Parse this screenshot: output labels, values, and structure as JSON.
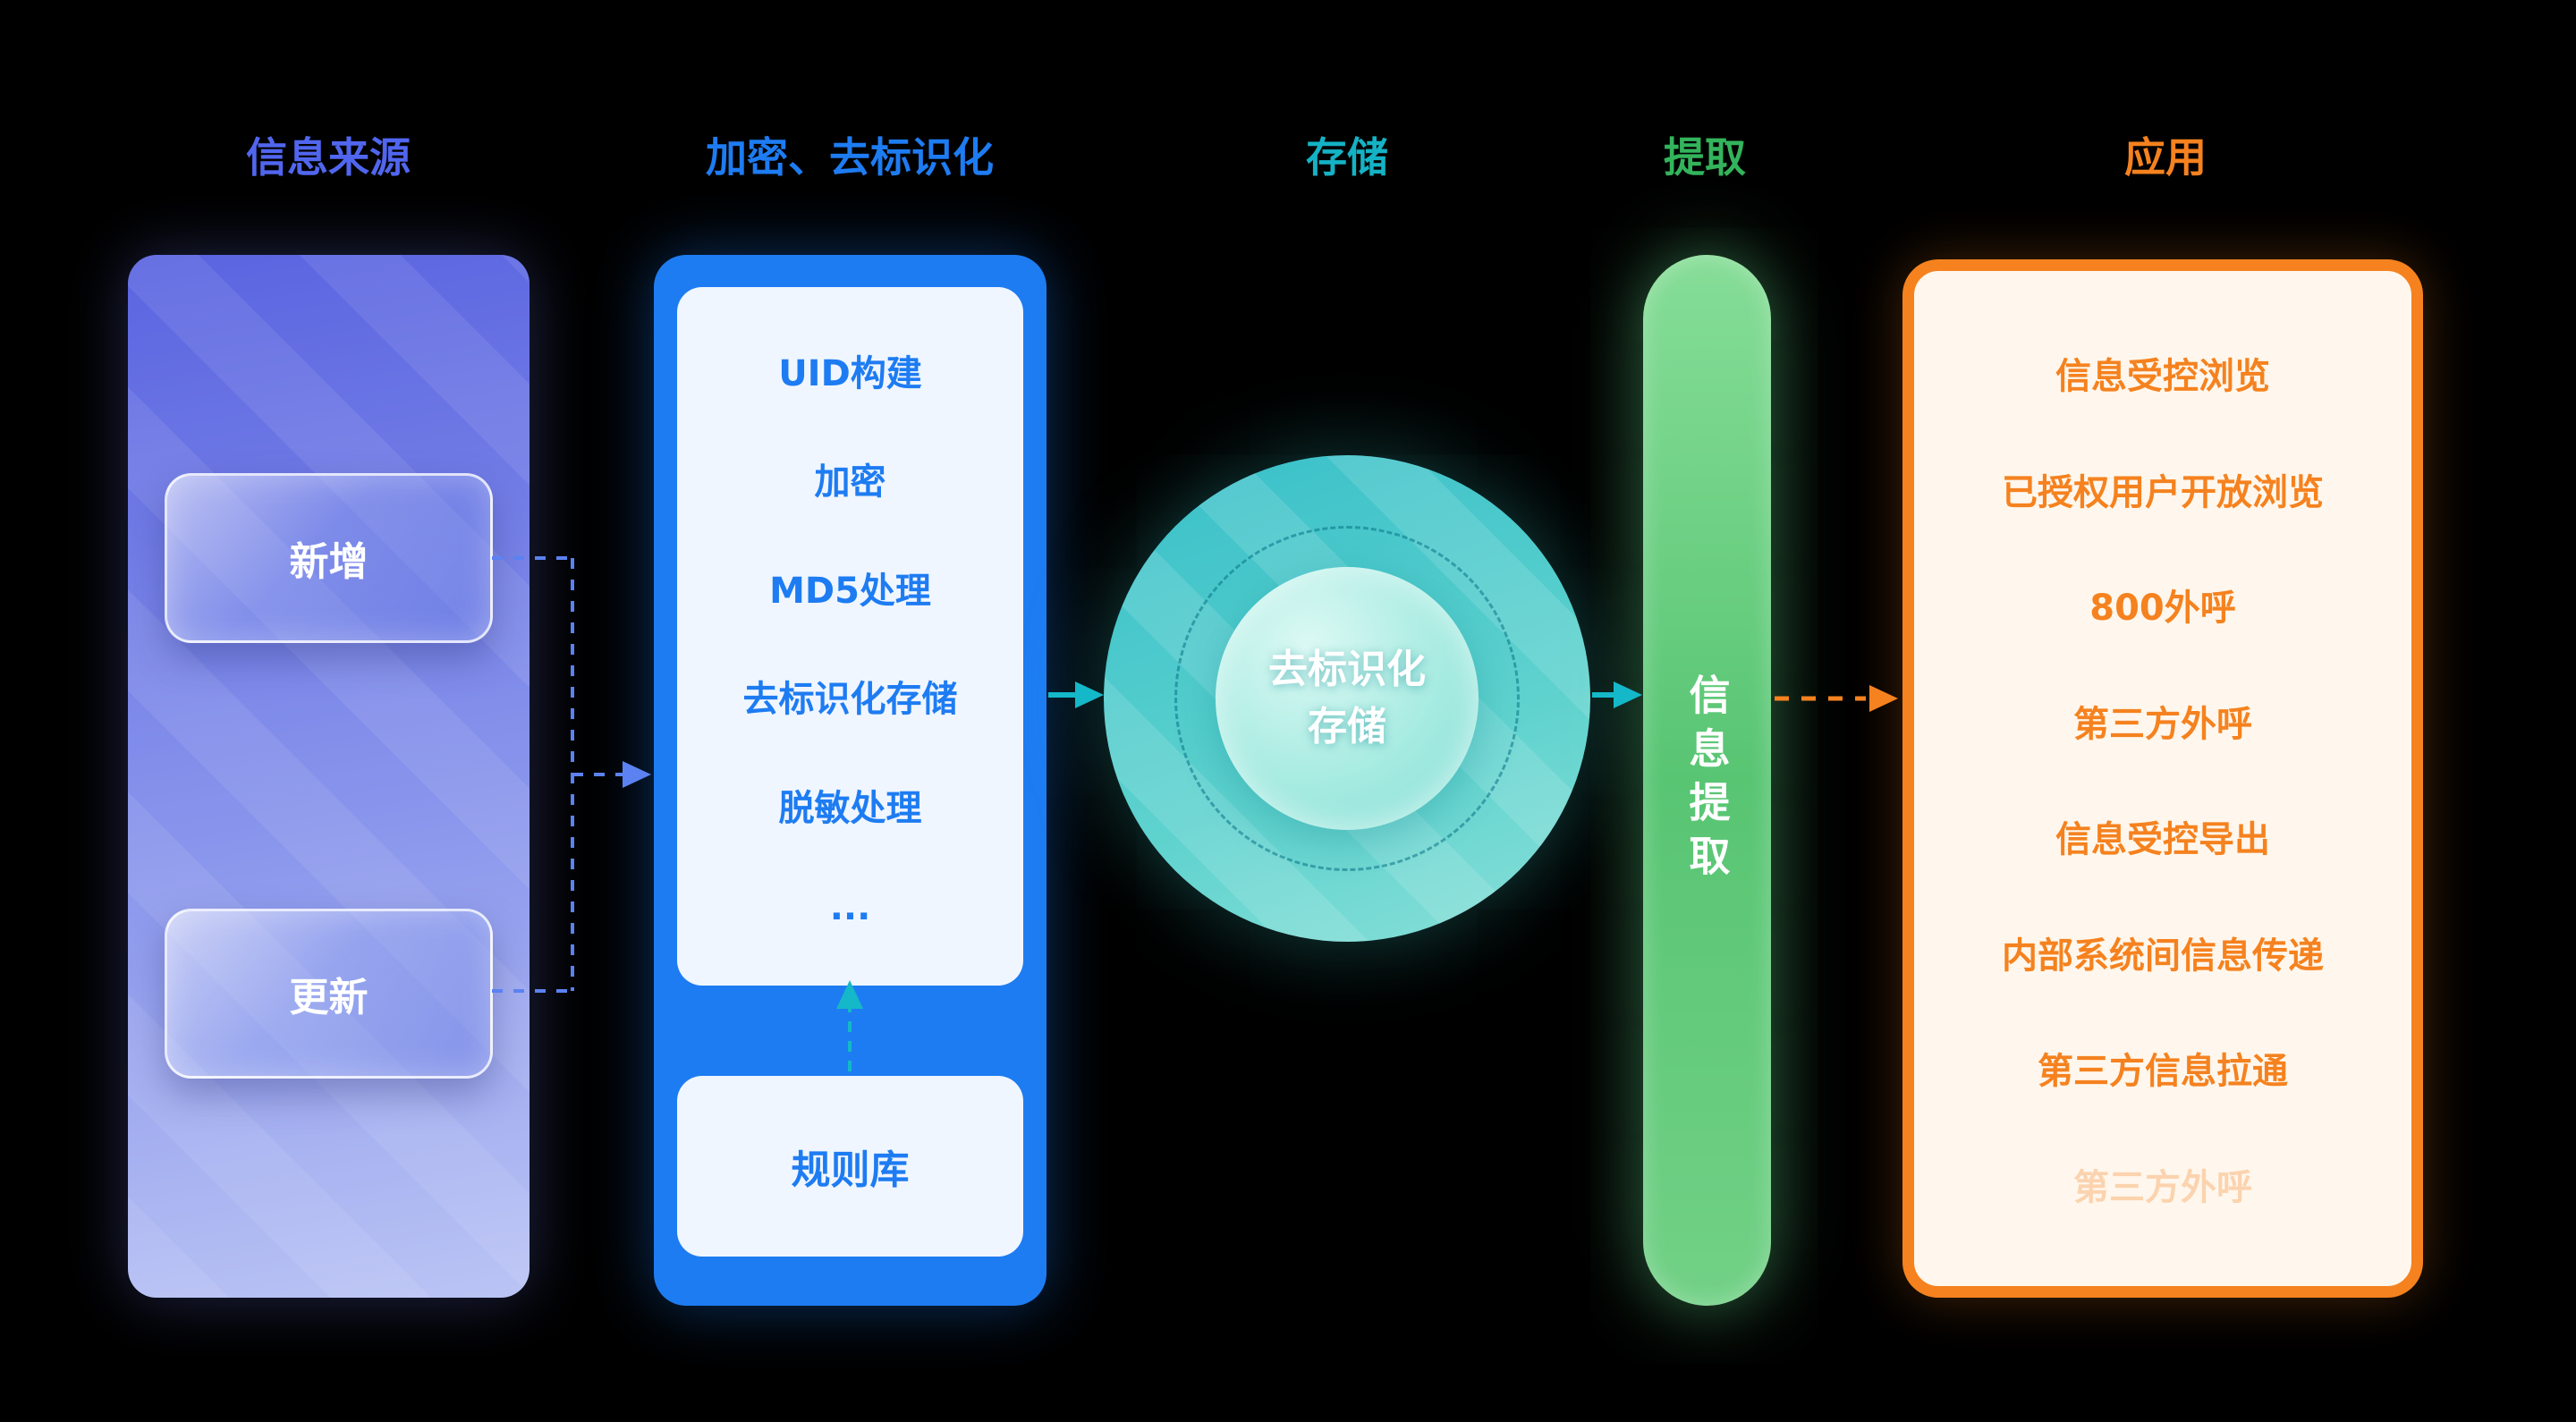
{
  "colors": {
    "background": "#000000",
    "source_accent": "#5166EE",
    "encrypt_accent": "#1E7CF2",
    "storage_accent": "#14B2C5",
    "extract_accent": "#33B45C",
    "application_accent": "#F5821F"
  },
  "headers": {
    "source": "信息来源",
    "encrypt": "加密、去标识化",
    "storage": "存储",
    "extract": "提取",
    "application": "应用"
  },
  "source": {
    "items": [
      {
        "label": "新增"
      },
      {
        "label": "更新"
      }
    ]
  },
  "encrypt": {
    "steps": [
      "UID构建",
      "加密",
      "MD5处理",
      "去标识化存储",
      "脱敏处理",
      "..."
    ],
    "rule_box_label": "规则库"
  },
  "storage": {
    "circle_label_line1": "去标识化",
    "circle_label_line2": "存储"
  },
  "extract": {
    "bar_label": "信息提取"
  },
  "application": {
    "items": [
      "信息受控浏览",
      "已授权用户开放浏览",
      "800外呼",
      "第三方外呼",
      "信息受控导出",
      "内部系统间信息传递",
      "第三方信息拉通"
    ],
    "faded_item": "第三方外呼"
  }
}
